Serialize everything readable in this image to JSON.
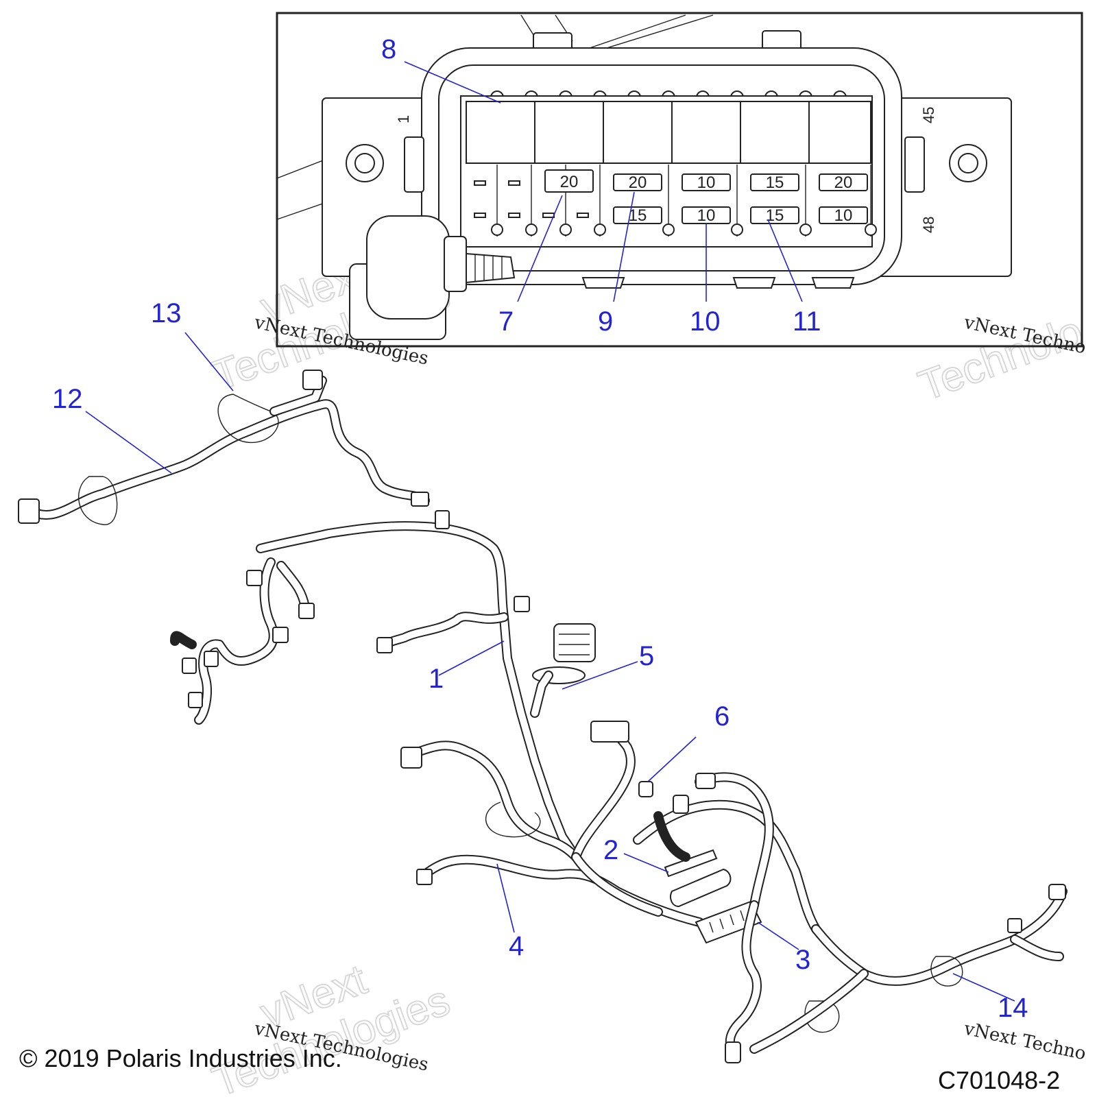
{
  "callouts": [
    "1",
    "2",
    "3",
    "4",
    "5",
    "6",
    "7",
    "8",
    "9",
    "10",
    "11",
    "12",
    "13",
    "14"
  ],
  "fuse_labels_top": [
    "20",
    "20",
    "10",
    "15",
    "20"
  ],
  "fuse_labels_bottom": [
    "15",
    "10",
    "15",
    "10"
  ],
  "pin_numbers": [
    "1",
    "45",
    "48"
  ],
  "watermark": {
    "line1": "vNext Technologies",
    "word1": "vNext",
    "word2": "Technologies",
    "partial_right": "vNext Techno",
    "partial_right_big": "Technolo"
  },
  "copyright": "© 2019 Polaris Industries Inc.",
  "figure_id": "C701048-2",
  "colors": {
    "callout": "#2323d6",
    "line": "#222222",
    "watermark": "#d8d8d8"
  }
}
